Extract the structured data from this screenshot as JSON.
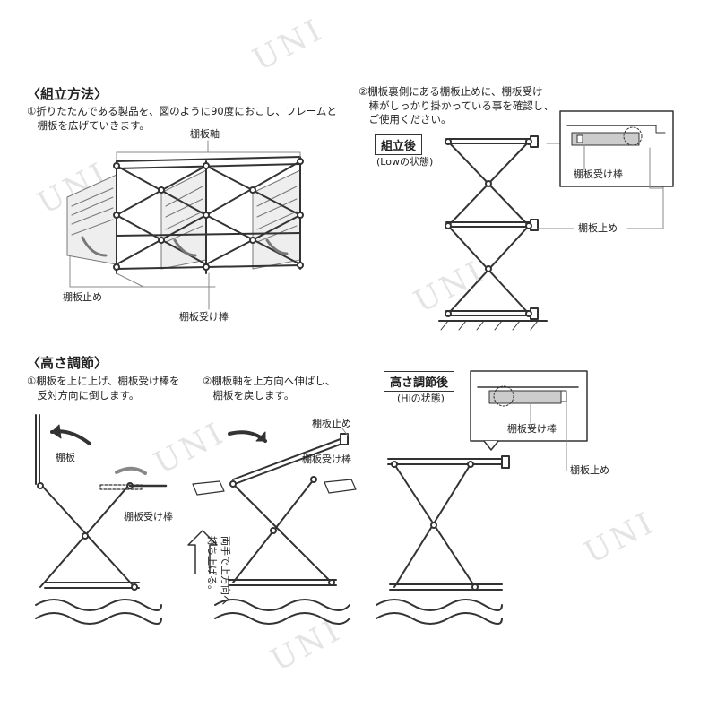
{
  "watermark": "UNI",
  "assembly": {
    "heading": "〈組立方法〉",
    "step1": "①折りたたんである製品を、図のように90度におこし、フレームと\n　棚板を広げていきます。",
    "label_shaft": "棚板軸",
    "label_stopper": "棚板止め",
    "label_rod": "棚板受け棒"
  },
  "assembled": {
    "step2": "②棚板裏側にある棚板止めに、棚板受け\n　棒がしっかり掛かっている事を確認し、\n　ご使用ください。",
    "box_title": "組立後",
    "state": "(Lowの状態)",
    "label_rod": "棚板受け棒",
    "label_stopper": "棚板止め"
  },
  "height": {
    "heading": "〈高さ調節〉",
    "step1": "①棚板を上に上げ、棚板受け棒を\n　反対方向に倒します。",
    "step2": "②棚板軸を上方向へ伸ばし、\n　棚板を戻します。",
    "label_board": "棚板",
    "label_rod": "棚板受け棒",
    "label_stopper": "棚板止め",
    "label_rod2": "棚板受け棒",
    "lift_text": "両手で上方向へ\n持ち上げる。",
    "after_title": "高さ調節後",
    "after_state": "(Hiの状態)",
    "after_label_rod": "棚板受け棒",
    "after_label_stopper": "棚板止め"
  },
  "colors": {
    "line": "#333333",
    "fill_gray": "#cccccc",
    "watermark": "#e4e4e4"
  }
}
